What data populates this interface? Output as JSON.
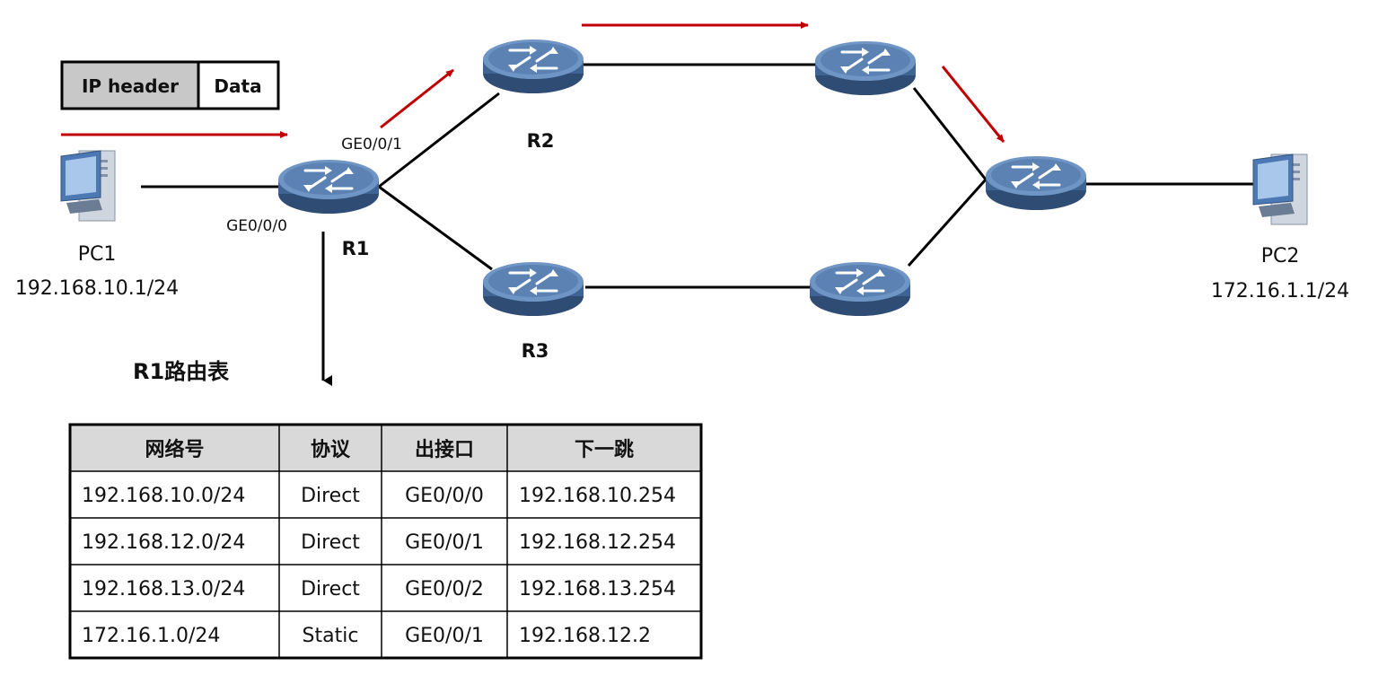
{
  "packet": {
    "header_label": "IP header",
    "data_label": "Data"
  },
  "devices": {
    "pc1": {
      "name": "PC1",
      "ip": "192.168.10.1/24"
    },
    "pc2": {
      "name": "PC2",
      "ip": "172.16.1.1/24"
    },
    "r1": {
      "name": "R1",
      "if_left": "GE0/0/0",
      "if_right": "GE0/0/1"
    },
    "r2": {
      "name": "R2"
    },
    "r3": {
      "name": "R3"
    }
  },
  "routing_table": {
    "title": "R1路由表",
    "columns": [
      "网络号",
      "协议",
      "出接口",
      "下一跳"
    ],
    "rows": [
      [
        "192.168.10.0/24",
        "Direct",
        "GE0/0/0",
        "192.168.10.254"
      ],
      [
        "192.168.12.0/24",
        "Direct",
        "GE0/0/1",
        "192.168.12.254"
      ],
      [
        "192.168.13.0/24",
        "Direct",
        "GE0/0/2",
        "192.168.13.254"
      ],
      [
        "172.16.1.0/24",
        "Static",
        "GE0/0/1",
        "192.168.12.2"
      ]
    ]
  },
  "colors": {
    "arrow": "#c00000",
    "router_body": "#4a6e9a",
    "router_top": "#5b82b2",
    "header_fill": "#c8c8c8",
    "line": "#000000"
  },
  "icons": [
    "computer-icon",
    "router-icon",
    "arrow-icon"
  ]
}
